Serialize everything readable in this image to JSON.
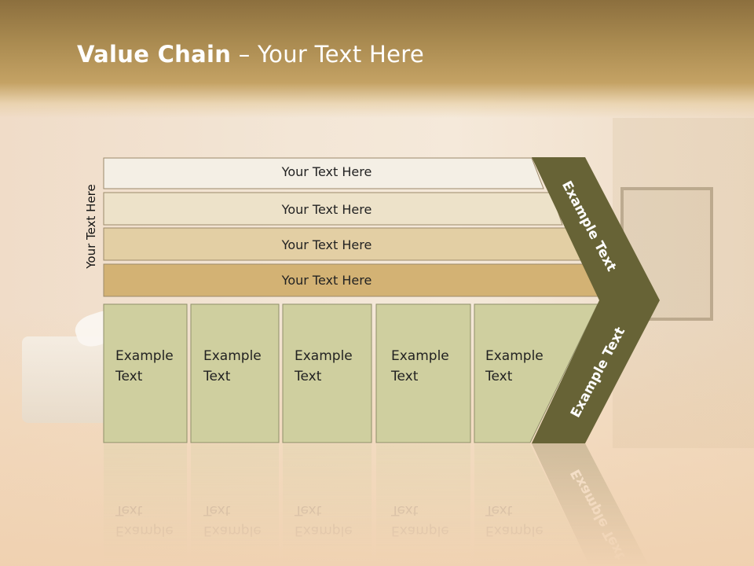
{
  "title": {
    "bold": "Value Chain",
    "rest": " – Your Text Here"
  },
  "side_label": "Your Text Here",
  "bands": [
    {
      "label": "Your Text Here",
      "color": "#f4efe5"
    },
    {
      "label": "Your Text Here",
      "color": "#ede2c9"
    },
    {
      "label": "Your Text Here",
      "color": "#e3cfa4"
    },
    {
      "label": "Your Text Here",
      "color": "#d3b274"
    }
  ],
  "boxes": [
    {
      "line1": "Example",
      "line2": "Text"
    },
    {
      "line1": "Example",
      "line2": "Text"
    },
    {
      "line1": "Example",
      "line2": "Text"
    },
    {
      "line1": "Example",
      "line2": "Text"
    },
    {
      "line1": "Example",
      "line2": "Text"
    }
  ],
  "box_color": "#cfcf9f",
  "chevron": {
    "upper_label": "Example Text",
    "lower_label": "Example Text",
    "color": "#676336"
  }
}
